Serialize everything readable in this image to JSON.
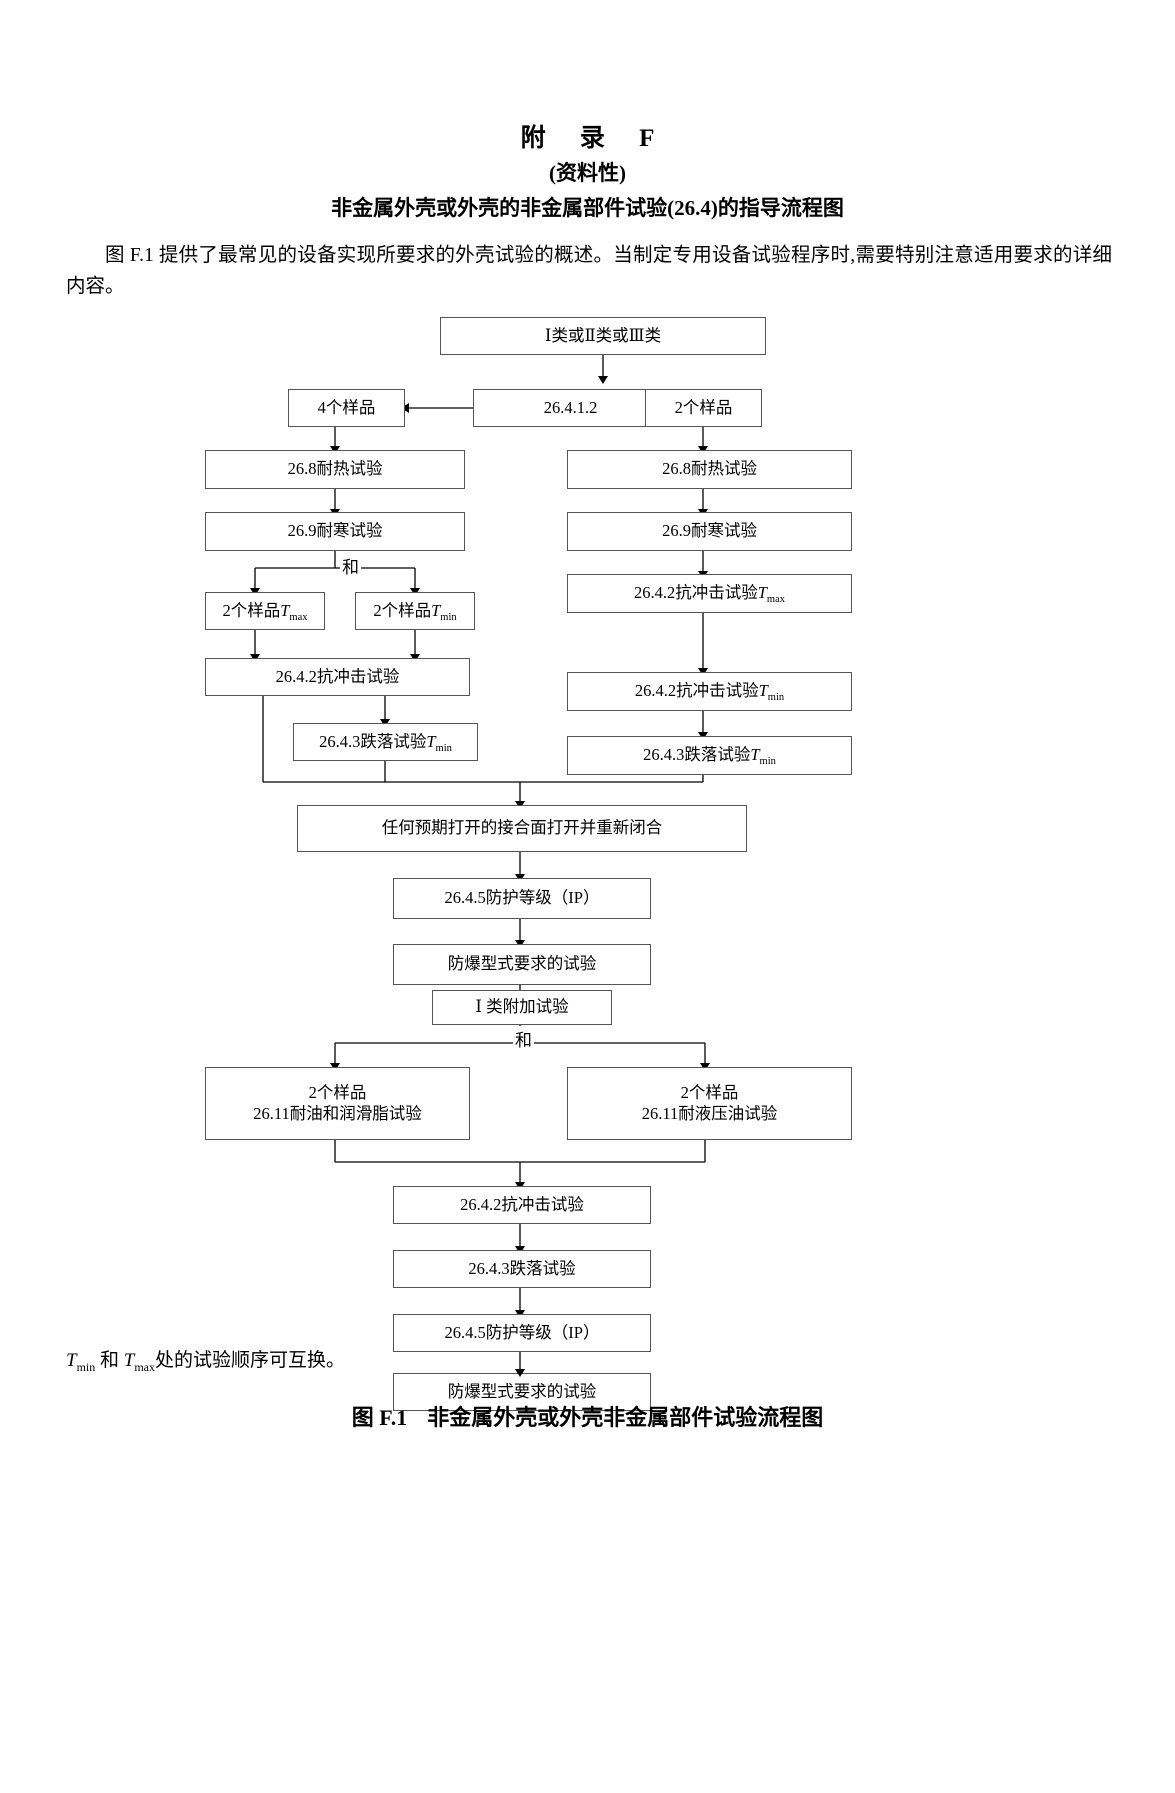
{
  "header": {
    "appendix_title": "附 录 F",
    "appendix_kind": "(资料性)",
    "appendix_subject": "非金属外壳或外壳的非金属部件试验(26.4)的指导流程图",
    "intro_paragraph": "图 F.1 提供了最常见的设备实现所要求的外壳试验的概述。当制定专用设备试验程序时,需要特别注意适用要求的详细内容。"
  },
  "flowchart": {
    "type": "flowchart",
    "nodes": {
      "class_types": "Ⅰ类或Ⅱ类或Ⅲ类",
      "clause_26412": "26.4.1.2",
      "left_samples": "4个样品",
      "right_samples": "2个样品",
      "left_heat": "26.8耐热试验",
      "left_cold": "26.9耐寒试验",
      "right_heat": "26.8耐热试验",
      "right_cold": "26.9耐寒试验",
      "left_sample_tmax_prefix": "2个样品",
      "left_sample_tmax_var": "T",
      "left_sample_tmax_sub": "max",
      "left_sample_tmin_prefix": "2个样品",
      "left_sample_tmin_var": "T",
      "left_sample_tmin_sub": "min",
      "left_impact": "26.4.2抗冲击试验",
      "left_drop_prefix": "26.4.3跌落试验",
      "left_drop_var": "T",
      "left_drop_sub": "min",
      "right_impact_max_prefix": "26.4.2抗冲击试验",
      "right_impact_max_var": "T",
      "right_impact_max_sub": "max",
      "right_impact_min_prefix": "26.4.2抗冲击试验",
      "right_impact_min_var": "T",
      "right_impact_min_sub": "min",
      "right_drop_prefix": "26.4.3跌落试验",
      "right_drop_var": "T",
      "right_drop_sub": "min",
      "joint_reopen": "任何预期打开的接合面打开并重新闭合",
      "ip_rating_1": "26.4.5防护等级（IP）",
      "explosion_type_1": "防爆型式要求的试验",
      "class_i_additional": "Ⅰ 类附加试验",
      "oil_grease_line1": "2个样品",
      "oil_grease_line2": "26.11耐油和润滑脂试验",
      "hydraulic_line1": "2个样品",
      "hydraulic_line2": "26.11耐液压油试验",
      "final_impact": "26.4.2抗冲击试验",
      "final_drop": "26.4.3跌落试验",
      "ip_rating_2": "26.4.5防护等级（IP）",
      "explosion_type_2": "防爆型式要求的试验"
    },
    "edge_labels": {
      "and_upper": "和",
      "and_lower": "和"
    }
  },
  "footer": {
    "note_var1": "T",
    "note_sub1": "min",
    "note_mid": "和",
    "note_var2": "T",
    "note_sub2": "max",
    "note_tail": "处的试验顺序可互换。",
    "figure_label": "图 F.1",
    "figure_title": "非金属外壳或外壳非金属部件试验流程图"
  }
}
